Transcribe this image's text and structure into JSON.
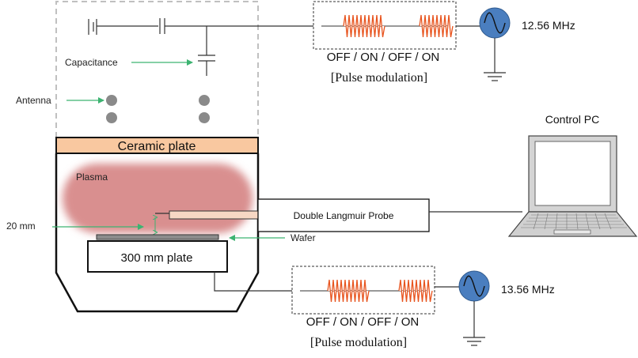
{
  "labels": {
    "capacitance": "Capacitance",
    "antenna": "Antenna",
    "ceramic_plate": "Ceramic plate",
    "plasma": "Plasma",
    "gap": "20 mm",
    "wafer": "Wafer",
    "plate": "300 mm plate",
    "probe": "Double Langmuir Probe",
    "control_pc": "Control PC"
  },
  "top_source": {
    "frequency": "12.56 MHz",
    "sequence": "OFF / ON / OFF / ON",
    "mode": "[Pulse modulation]"
  },
  "bottom_source": {
    "frequency": "13.56 MHz",
    "sequence": "OFF / ON / OFF / ON",
    "mode": "[Pulse modulation]"
  },
  "colors": {
    "ceramic": "#f9c8a0",
    "plasma": "#d98f8f",
    "rf_source": "#4a7ebf",
    "pulse_wave": "#e8541e",
    "pointer_arrow": "#3cb371",
    "electrode_dot": "#8a8a8a",
    "probe_shaft": "#f7d7c4"
  },
  "icons": {
    "rf": "sine-wave-icon",
    "ground": "ground-icon",
    "computer": "laptop-icon"
  }
}
